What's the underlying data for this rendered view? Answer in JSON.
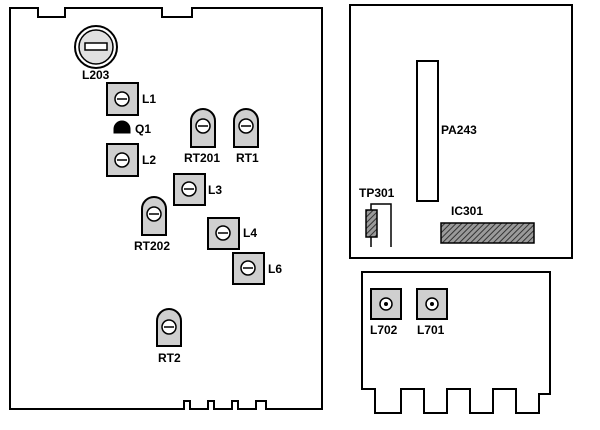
{
  "boards": {
    "main": {
      "components": {
        "L203": "L203",
        "L1": "L1",
        "Q1": "Q1",
        "L2": "L2",
        "RT201": "RT201",
        "RT1": "RT1",
        "L3": "L3",
        "RT202": "RT202",
        "L4": "L4",
        "L6": "L6",
        "RT2": "RT2"
      }
    },
    "upper_right": {
      "components": {
        "PA243": "PA243",
        "TP301": "TP301",
        "IC301": "IC301"
      }
    },
    "lower_right": {
      "components": {
        "L702": "L702",
        "L701": "L701"
      }
    }
  },
  "colors": {
    "outline": "#000000",
    "coil_fill": "#cfcfcf",
    "ic_hatch": "#555555",
    "background": "#ffffff"
  }
}
